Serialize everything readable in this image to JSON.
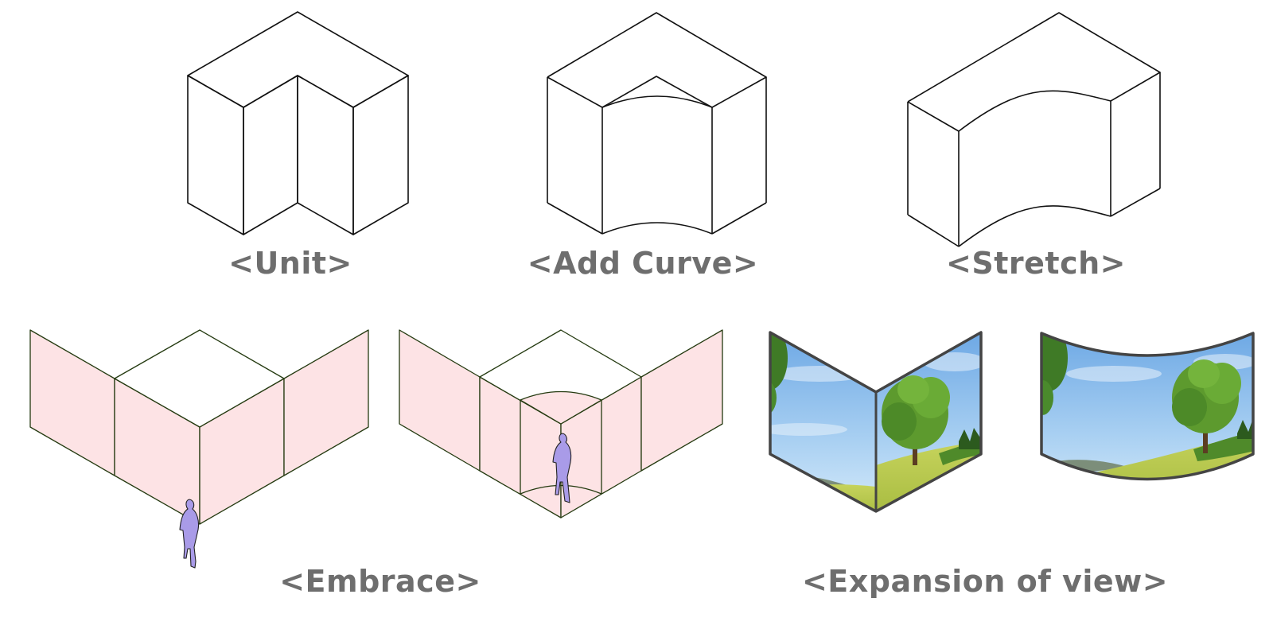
{
  "labels": {
    "unit": "<Unit>",
    "add_curve": "<Add Curve>",
    "stretch": "<Stretch>",
    "embrace": "<Embrace>",
    "expansion_of_view": "<Expansion of view>"
  },
  "colors": {
    "line": "#111111",
    "text": "#6e6e6e",
    "wall_fill": "#fde3e5",
    "wall_stroke": "#243a10",
    "person": "#a99be8",
    "sky_top": "#6aa6e4",
    "sky_bottom": "#d7ebfa",
    "grass": "#b4c64c",
    "tree": "#5d9a2e",
    "frame": "#444444"
  },
  "icons": [
    "person-silhouette-icon",
    "tree-icon"
  ]
}
